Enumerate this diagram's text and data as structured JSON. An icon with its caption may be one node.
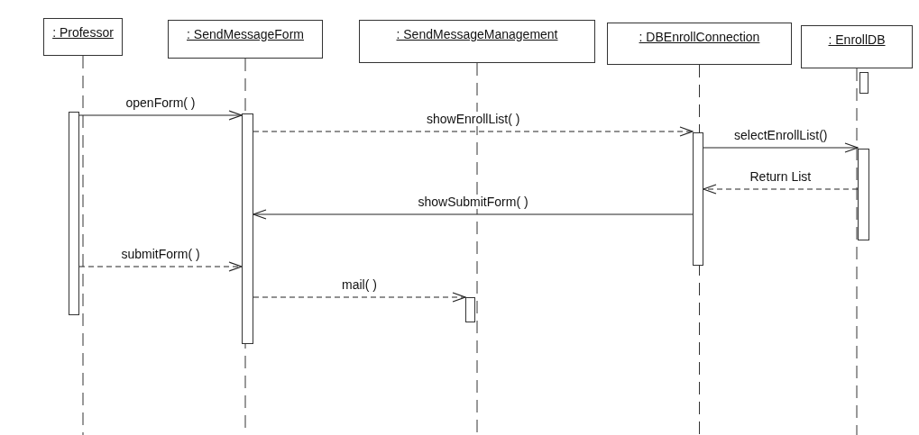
{
  "diagram": {
    "nodes": [
      {
        "text": [
          ": Professor"
        ]
      },
      {
        "text": [
          ": SendMessageForm"
        ]
      },
      {
        "text": [
          ": SendMessageManagement"
        ]
      },
      {
        "text": [
          ": DBEnrollConnection"
        ]
      },
      {
        "text": [
          ": EnrollDB"
        ]
      },
      {
        "text": [],
        "shape": "bar"
      },
      {
        "text": [],
        "shape": "bar"
      },
      {
        "text": [],
        "shape": "bar"
      },
      {
        "text": [],
        "shape": "bar"
      },
      {
        "text": [],
        "shape": "bar"
      },
      {
        "text": [],
        "shape": "bar"
      }
    ],
    "edges": [
      {
        "from": 5,
        "to": 6,
        "arrow": "to",
        "label": "openForm( )"
      },
      {
        "from": 6,
        "to": 8,
        "arrow": "to",
        "label": "showEnrollList( )",
        "style": "dashed"
      },
      {
        "from": 8,
        "to": 10,
        "arrow": "to",
        "label": "selectEnrollList()"
      },
      {
        "from": 10,
        "to": 8,
        "arrow": "to",
        "label": "Return List",
        "style": "dashed"
      },
      {
        "from": 8,
        "to": 6,
        "arrow": "to",
        "label": "showSubmitForm( )"
      },
      {
        "from": 5,
        "to": 6,
        "arrow": "to",
        "label": "submitForm( )",
        "style": "dashed"
      },
      {
        "from": 6,
        "to": 7,
        "arrow": "to",
        "label": "mail( )",
        "style": "dashed"
      }
    ]
  }
}
